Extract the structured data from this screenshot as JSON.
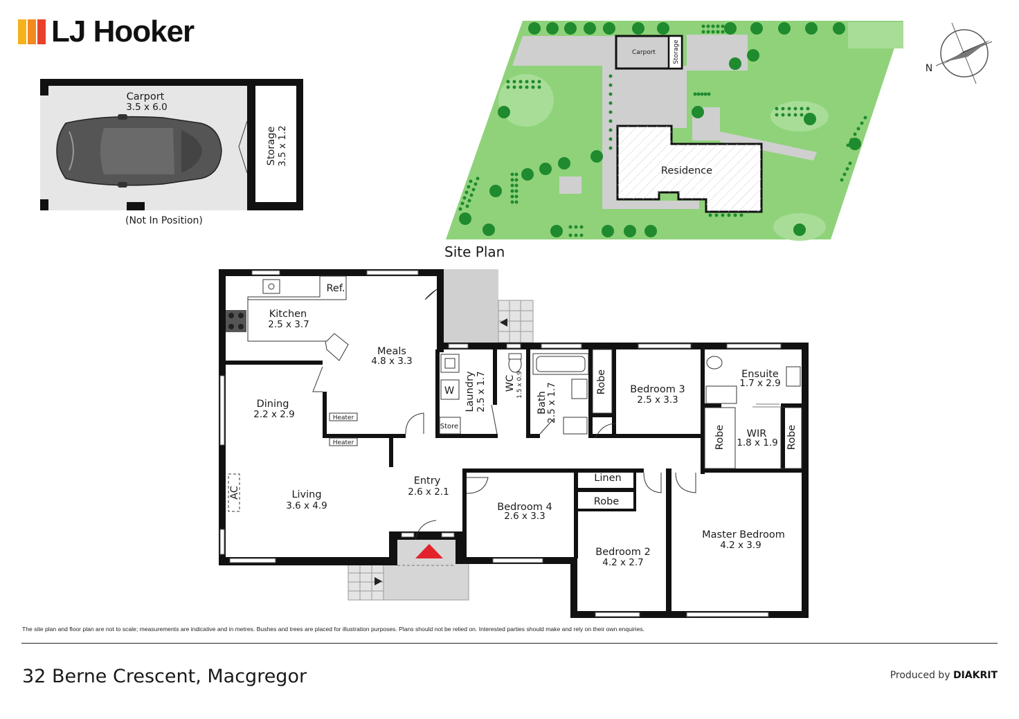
{
  "brand": {
    "name": "LJ Hooker",
    "stripe_colors": [
      "#f6b21b",
      "#f28a1e",
      "#e8412c"
    ]
  },
  "carport_plan": {
    "carport_name": "Carport",
    "carport_dim": "3.5 x 6.0",
    "storage_name": "Storage",
    "storage_dim": "3.5 x 1.2",
    "note": "(Not In Position)"
  },
  "site_plan": {
    "title": "Site Plan",
    "carport_label": "Carport",
    "storage_label": "Storage",
    "residence_label": "Residence",
    "compass_label": "N",
    "lawn_color": "#8fd27a",
    "tree_color": "#1f8a2e"
  },
  "rooms": {
    "kitchen": {
      "name": "Kitchen",
      "dim": "2.5 x 3.7"
    },
    "ref": {
      "name": "Ref."
    },
    "meals": {
      "name": "Meals",
      "dim": "4.8 x 3.3"
    },
    "dining": {
      "name": "Dining",
      "dim": "2.2 x 2.9"
    },
    "living": {
      "name": "Living",
      "dim": "3.6 x 4.9"
    },
    "ac": {
      "name": "AC"
    },
    "heater1": {
      "name": "Heater"
    },
    "heater2": {
      "name": "Heater"
    },
    "laundry": {
      "name": "Laundry",
      "dim": "2.5 x 1.7"
    },
    "washer": {
      "name": "W"
    },
    "store": {
      "name": "Store"
    },
    "wc": {
      "name": "WC",
      "dim": "1.5 x 0.9"
    },
    "bath": {
      "name": "Bath",
      "dim": "2.5 x 1.7"
    },
    "robe_b3": {
      "name": "Robe"
    },
    "bedroom3": {
      "name": "Bedroom 3",
      "dim": "2.5 x 3.3"
    },
    "ensuite": {
      "name": "Ensuite",
      "dim": "1.7 x 2.9"
    },
    "robe_wir_left": {
      "name": "Robe"
    },
    "wir": {
      "name": "WIR",
      "dim": "1.8 x 1.9"
    },
    "robe_wir_right": {
      "name": "Robe"
    },
    "entry": {
      "name": "Entry",
      "dim": "2.6 x 2.1"
    },
    "bedroom4": {
      "name": "Bedroom 4",
      "dim": "2.6 x 3.3"
    },
    "linen": {
      "name": "Linen"
    },
    "robe_b2": {
      "name": "Robe"
    },
    "bedroom2": {
      "name": "Bedroom 2",
      "dim": "4.2 x 2.7"
    },
    "master": {
      "name": "Master Bedroom",
      "dim": "4.2 x 3.9"
    }
  },
  "footer": {
    "disclaimer": "The site plan and floor plan are not to scale; measurements are indicative and in metres. Bushes and trees are placed for illustration purposes. Plans should not be relied on. Interested parties should make and rely on their own enquiries.",
    "address": "32 Berne Crescent, Macgregor",
    "produced_prefix": "Produced by",
    "produced_brand": "DIAKRIT"
  },
  "colors": {
    "wall": "#111111",
    "entry_marker": "#e3222b",
    "paving": "#d0d0d0"
  }
}
